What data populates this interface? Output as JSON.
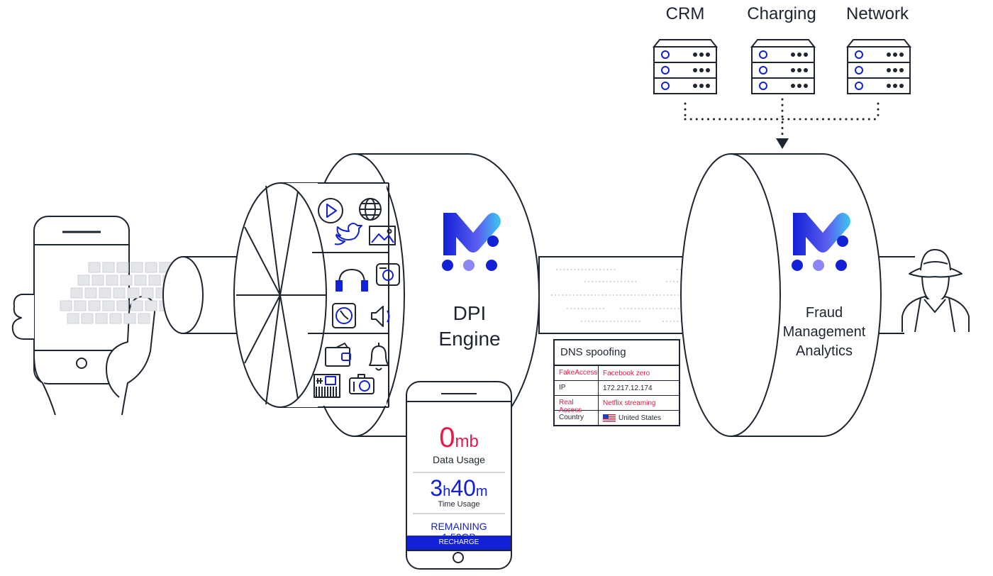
{
  "systems": [
    {
      "label": "CRM"
    },
    {
      "label": "Charging"
    },
    {
      "label": "Network"
    }
  ],
  "dpi_engine": {
    "line1": "DPI",
    "line2": "Engine"
  },
  "fraud_analytics": {
    "line1": "Fraud",
    "line2": "Management",
    "line3": "Analytics"
  },
  "dns_table": {
    "title": "DNS spoofing",
    "rows": [
      {
        "key": "FakeAccess",
        "value": "Facebook zero",
        "highlight": true
      },
      {
        "key": "IP",
        "value": "172.217.12.174",
        "highlight": false
      },
      {
        "key": "Real Access",
        "value": "Netflix streaming",
        "highlight": true
      },
      {
        "key": "Country",
        "value": "United States",
        "highlight": false
      }
    ]
  },
  "mobile_app": {
    "data_value": "0",
    "data_unit": "mb",
    "data_caption": "Data Usage",
    "time_h": "3",
    "time_h_unit": "h",
    "time_m": "40",
    "time_m_unit": "m",
    "time_caption": "Time Usage",
    "remaining_label": "REMAINING",
    "remaining_value": "1.50GB",
    "recharge_label": "RECHARGE"
  },
  "colors": {
    "outline": "#1f2530",
    "brand_blue": "#1220d6",
    "brand_violet": "#8a86f5",
    "brand_cyan": "#3cc8f0",
    "alert_red": "#e5194a"
  }
}
